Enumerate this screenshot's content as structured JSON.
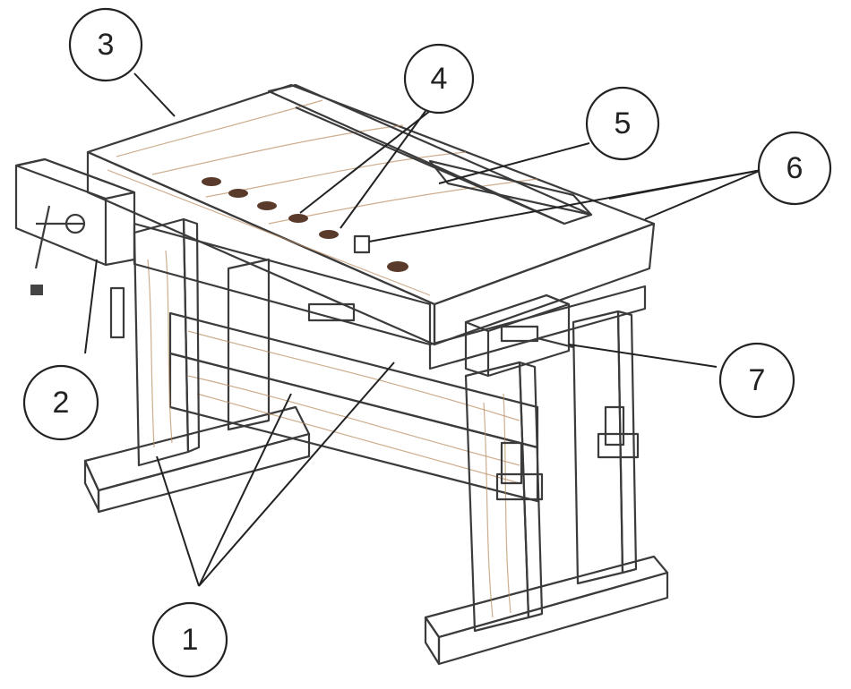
{
  "diagram": {
    "subject": "workbench",
    "colors": {
      "top_wood": "#d89a6a",
      "top_side": "#c9865a",
      "frame_wood": "#e9e4dc",
      "outline": "#3b3b3b",
      "hole": "#5a3a2a"
    },
    "callouts": [
      {
        "id": "c1",
        "label": "1"
      },
      {
        "id": "c2",
        "label": "2"
      },
      {
        "id": "c3",
        "label": "3"
      },
      {
        "id": "c4",
        "label": "4"
      },
      {
        "id": "c5",
        "label": "5"
      },
      {
        "id": "c6",
        "label": "6"
      },
      {
        "id": "c7",
        "label": "7"
      }
    ]
  }
}
